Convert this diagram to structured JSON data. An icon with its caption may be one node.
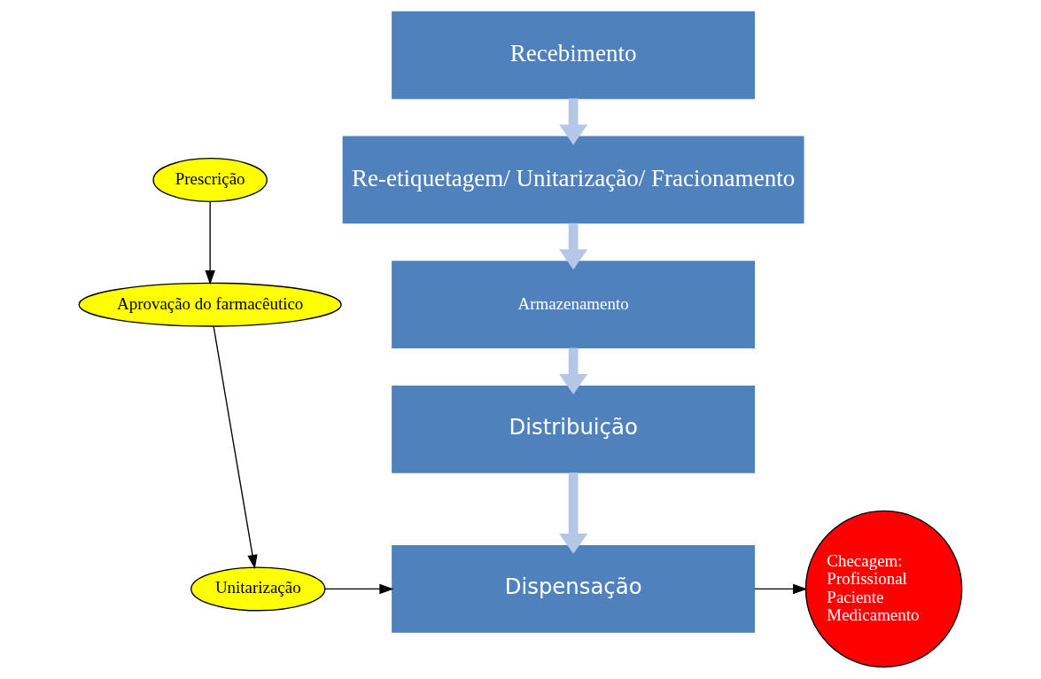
{
  "diagram": {
    "nodes": [
      {
        "text": [
          "Recebimento"
        ]
      },
      {
        "text": [
          "Re-etiquetagem/ Unitarização/ Fracionamento"
        ]
      },
      {
        "text": [
          "Armazenamento"
        ]
      },
      {
        "text": [
          "Distribuição"
        ]
      },
      {
        "text": [
          "Dispensação"
        ]
      },
      {
        "text": [
          "Prescrição"
        ]
      },
      {
        "text": [
          "Aprovação do farmacêutico"
        ]
      },
      {
        "text": [
          "Unitarização"
        ]
      },
      {
        "text": [
          "Checagem:",
          "Profissional",
          "Paciente",
          "Medicamento"
        ]
      }
    ],
    "edges": [
      {
        "from": 0,
        "to": 1,
        "arrow": "to",
        "style": "thick",
        "color": "#b4c7e7"
      },
      {
        "from": 1,
        "to": 2,
        "arrow": "to",
        "style": "thick",
        "color": "#b4c7e7"
      },
      {
        "from": 2,
        "to": 3,
        "arrow": "to",
        "style": "thick",
        "color": "#b4c7e7"
      },
      {
        "from": 3,
        "to": 4,
        "arrow": "to",
        "style": "thick",
        "color": "#b4c7e7"
      },
      {
        "from": 5,
        "to": 6,
        "arrow": "to",
        "color": "#000000"
      },
      {
        "from": 6,
        "to": 7,
        "arrow": "to",
        "color": "#000000"
      },
      {
        "from": 7,
        "to": 4,
        "arrow": "to",
        "color": "#000000"
      },
      {
        "from": 4,
        "to": 8,
        "arrow": "to",
        "color": "#000000"
      }
    ]
  }
}
